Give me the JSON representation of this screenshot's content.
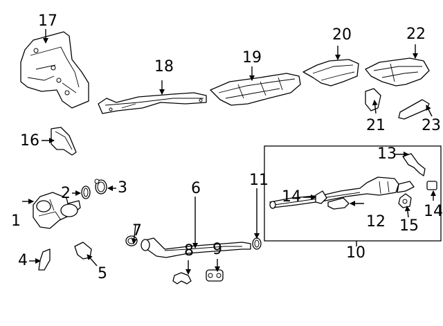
{
  "callouts": {
    "c1": "1",
    "c2": "2",
    "c3": "3",
    "c4": "4",
    "c5": "5",
    "c6": "6",
    "c7": "7",
    "c8": "8",
    "c9": "9",
    "c10": "10",
    "c11": "11",
    "c12": "12",
    "c13": "13",
    "c14a": "14",
    "c14b": "14",
    "c15": "15",
    "c16": "16",
    "c17": "17",
    "c18": "18",
    "c19": "19",
    "c20": "20",
    "c21": "21",
    "c22": "22",
    "c23": "23"
  }
}
